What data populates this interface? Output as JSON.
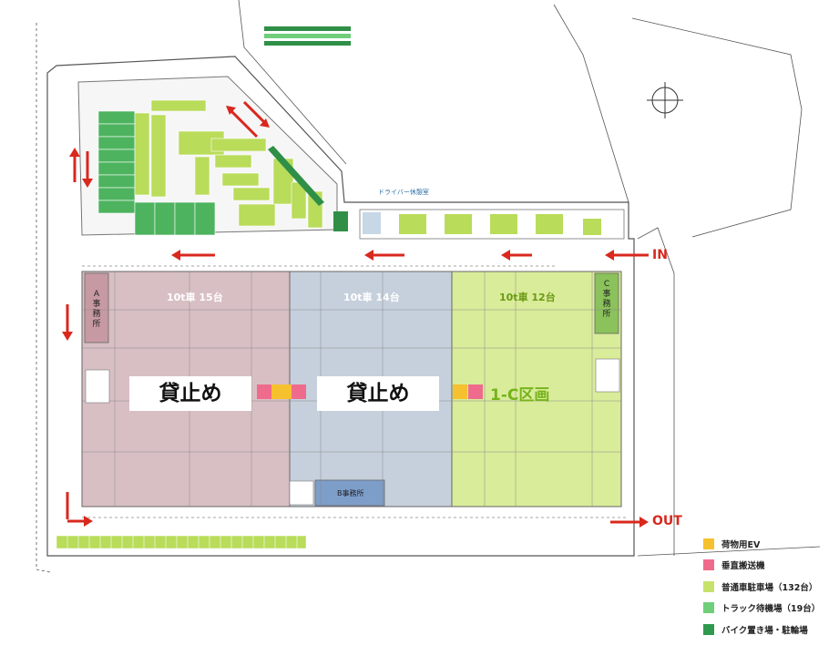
{
  "zones": [
    {
      "id": "a",
      "label": "10t車 15台",
      "office": "A事務所",
      "color": "#d8bfc4",
      "text_color": "#ffffff"
    },
    {
      "id": "b",
      "label": "10t車 14台",
      "office": "B事務所",
      "color": "#c6d0dc",
      "text_color": "#ffffff"
    },
    {
      "id": "c",
      "label": "10t車 12台",
      "office": "C事務所",
      "color": "#d9ec9a",
      "text_color": "#6b9a14"
    }
  ],
  "rented_labels": [
    "貸止め",
    "貸止め"
  ],
  "section_label": "1-C区画",
  "driver_room_label": "ドライバー休憩室",
  "directions": {
    "in": "IN",
    "out": "OUT"
  },
  "legend": [
    {
      "label": "荷物用EV",
      "color": "#f6c12e"
    },
    {
      "label": "垂直搬送機",
      "color": "#ef6b8c"
    },
    {
      "label": "普通車駐車場（132台）",
      "color": "#c7e26b"
    },
    {
      "label": "トラック待機場（19台）",
      "color": "#6fce7a"
    },
    {
      "label": "バイク置き場・駐輪場",
      "color": "#2f9a4e"
    }
  ],
  "colors": {
    "arrow": "#d9281e",
    "car_parking": "#b9dc5a",
    "truck_waiting": "#4db35f",
    "bike": "#2f8f47"
  }
}
